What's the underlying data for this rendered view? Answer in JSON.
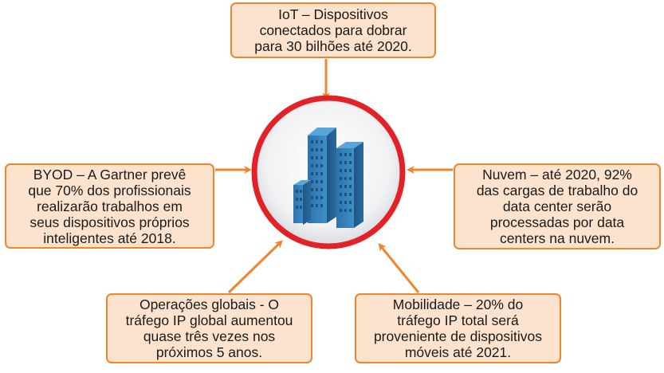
{
  "hub": {
    "icon": "office-building-icon",
    "ring_color": "#e32227"
  },
  "boxes": {
    "top": {
      "lines": [
        "IoT – Dispositivos",
        "conectados para dobrar",
        "para 30 bilhões até 2020."
      ]
    },
    "left": {
      "lines": [
        "BYOD – A Gartner prevê",
        "que 70% dos profissionais",
        "realizarão trabalhos em",
        "seus dispositivos próprios",
        "inteligentes até 2018."
      ]
    },
    "right": {
      "lines": [
        "Nuvem – até 2020, 92%",
        "das cargas de trabalho do",
        "data center serão",
        "processadas por data",
        "centers na nuvem."
      ]
    },
    "bottom_left": {
      "lines": [
        "Operações globais - O",
        "tráfego IP global aumentou",
        "quase três vezes nos",
        "próximos 5 anos."
      ]
    },
    "bottom_right": {
      "lines": [
        "Mobilidade – 20% do",
        "tráfego IP total será",
        "proveniente de dispositivos",
        "móveis até 2021."
      ]
    }
  },
  "colors": {
    "box_fill": "#fde3cd",
    "box_border": "#f0852d",
    "arrow": "#f0852d"
  }
}
